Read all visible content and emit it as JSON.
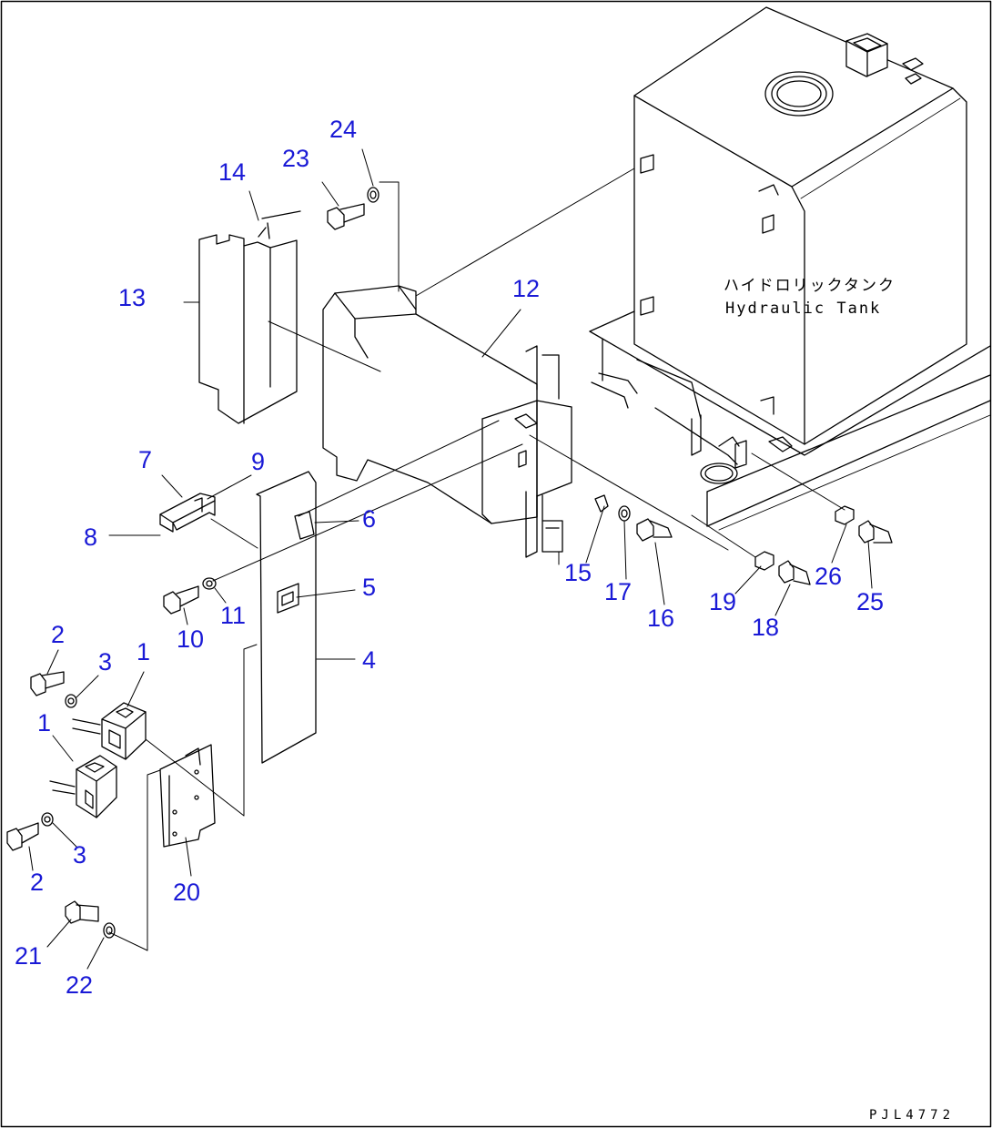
{
  "drawing": {
    "tank_label_jp": "ハイドロリックタンク",
    "tank_label_en": "Hydraulic Tank",
    "drawing_code": "PJL4772",
    "line_color": "#000000",
    "callout_color": "#1a1ad6",
    "callouts": [
      "1",
      "1",
      "2",
      "2",
      "3",
      "3",
      "4",
      "5",
      "6",
      "7",
      "8",
      "9",
      "10",
      "11",
      "12",
      "13",
      "14",
      "15",
      "16",
      "17",
      "18",
      "19",
      "20",
      "21",
      "22",
      "23",
      "24",
      "25",
      "26"
    ]
  }
}
